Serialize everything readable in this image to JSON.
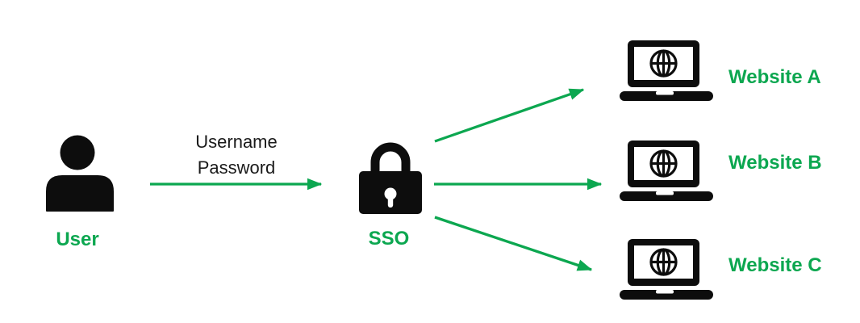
{
  "diagram": {
    "type": "flow-diagram",
    "topic": "Single sign-on (SSO) authentication flow",
    "nodes": {
      "user": {
        "label": "User",
        "icon": "person-icon"
      },
      "sso": {
        "label": "SSO",
        "icon": "padlock-icon"
      },
      "websites": [
        {
          "label": "Website A",
          "icon": "laptop-globe-icon"
        },
        {
          "label": "Website B",
          "icon": "laptop-globe-icon"
        },
        {
          "label": "Website C",
          "icon": "laptop-globe-icon"
        }
      ]
    },
    "edges": {
      "credentials": {
        "from": "user",
        "to": "sso",
        "lines": {
          "0": "Username",
          "1": "Password"
        }
      },
      "fanout": [
        {
          "from": "sso",
          "to": "website-a"
        },
        {
          "from": "sso",
          "to": "website-b"
        },
        {
          "from": "sso",
          "to": "website-c"
        }
      ]
    }
  },
  "colors": {
    "accent_green": "#0ca750",
    "icon_black": "#0d0d0d",
    "text_black": "#1a1a1a",
    "background": "#ffffff"
  }
}
